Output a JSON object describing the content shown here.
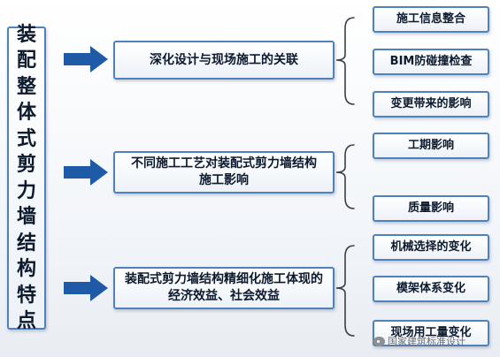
{
  "root": {
    "chars": [
      "装",
      "配",
      "整",
      "体",
      "式",
      "剪",
      "力",
      "墙",
      "结",
      "构",
      "特",
      "点"
    ]
  },
  "groups": [
    {
      "label": "深化设计与现场施工的关联",
      "items": [
        "施工信息整合",
        "BIM防碰撞检查",
        "变更带来的影响"
      ]
    },
    {
      "label": "不同施工工艺对装配式剪力墙结构施工影响",
      "items": [
        "工期影响",
        "质量影响"
      ]
    },
    {
      "label": "装配式剪力墙结构精细化施工体现的经济效益、社会效益",
      "items": [
        "机械选择的变化",
        "模架体系变化",
        "现场用工量变化"
      ]
    }
  ],
  "watermark": "国家建筑标准设计",
  "colors": {
    "border": "#4f81bd",
    "arrow": "#1f5aa6",
    "text": "#0c1a2e"
  }
}
